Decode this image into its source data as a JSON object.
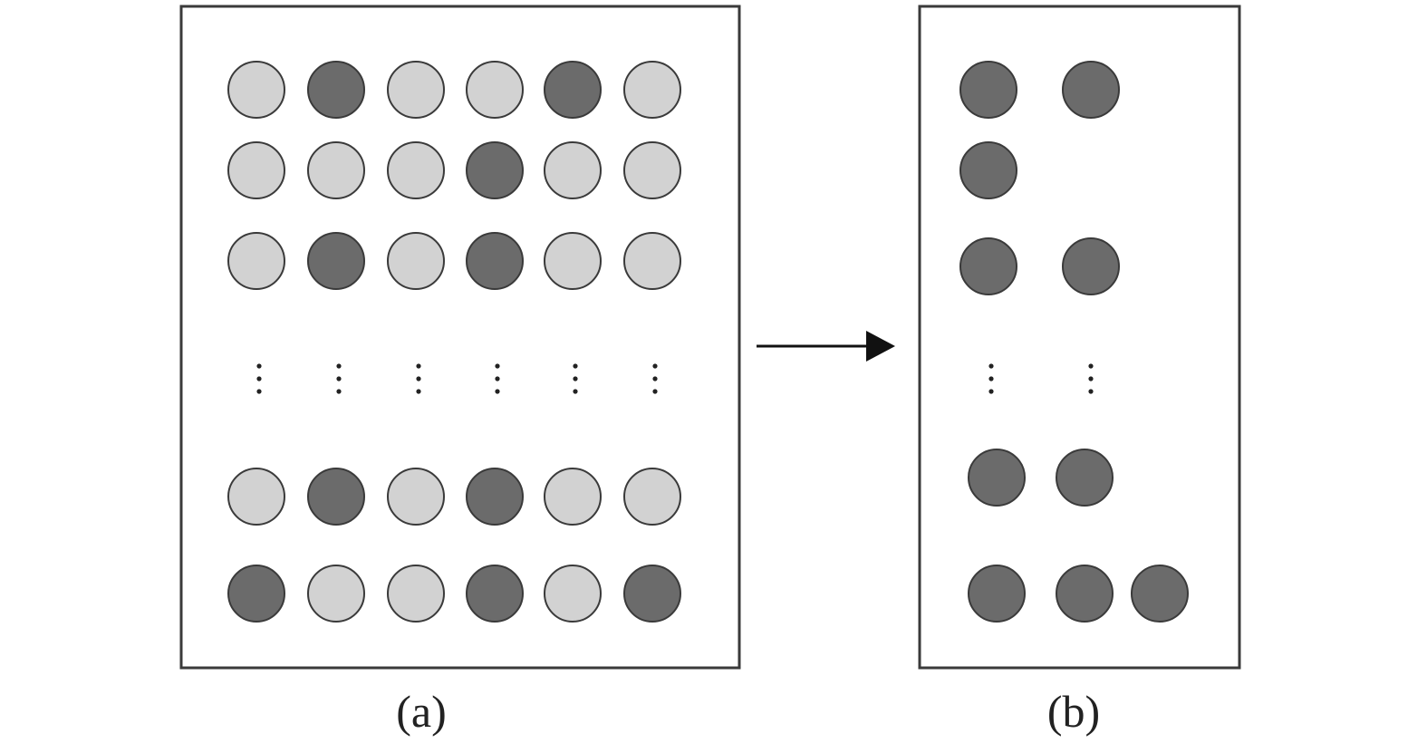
{
  "panels": [
    {
      "id": "a",
      "label": "(a)",
      "rows": [
        [
          "light",
          "dark",
          "light",
          "light",
          "dark",
          "light"
        ],
        [
          "light",
          "light",
          "light",
          "dark",
          "light",
          "light"
        ],
        [
          "light",
          "dark",
          "light",
          "dark",
          "light",
          "light"
        ],
        [
          "ellipsis",
          "ellipsis",
          "ellipsis",
          "ellipsis",
          "ellipsis",
          "ellipsis"
        ],
        [
          "light",
          "dark",
          "light",
          "dark",
          "light",
          "light"
        ],
        [
          "dark",
          "light",
          "light",
          "dark",
          "light",
          "dark"
        ]
      ]
    },
    {
      "id": "b",
      "label": "(b)",
      "rows": [
        [
          "dark",
          "dark"
        ],
        [
          "dark"
        ],
        [
          "dark",
          "dark"
        ],
        [
          "ellipsis",
          "ellipsis"
        ],
        [
          "dark",
          "dark"
        ],
        [
          "dark",
          "dark",
          "dark"
        ]
      ]
    }
  ],
  "colors": {
    "light_dot": "#d2d2d2",
    "dark_dot": "#6b6b6b",
    "dot_outline": "#3a3a3a",
    "frame": "#3a3a3a",
    "arrow": "#111111",
    "ellipsis": "#222222"
  }
}
